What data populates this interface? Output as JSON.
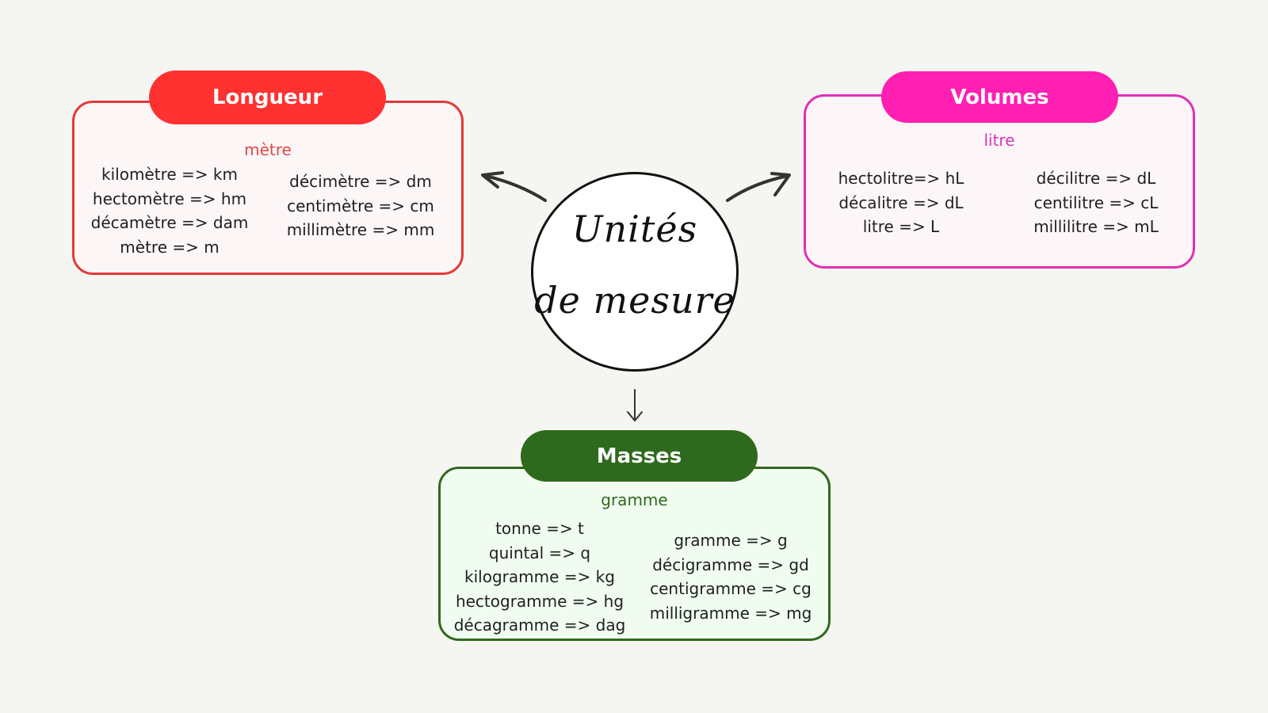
{
  "center": {
    "line1": "Unités",
    "line2": "de mesure"
  },
  "longueur": {
    "title": "Longueur",
    "base": "mètre",
    "left": [
      "kilomètre => km",
      "hectomètre => hm",
      "décamètre => dam",
      "mètre => m"
    ],
    "right": [
      "décimètre => dm",
      "centimètre => cm",
      "millimètre => mm"
    ]
  },
  "volumes": {
    "title": "Volumes",
    "base": "litre",
    "left": [
      "hectolitre=> hL",
      "décalitre => dL",
      "litre => L"
    ],
    "right": [
      "décilitre => dL",
      "centilitre => cL",
      "millilitre => mL"
    ]
  },
  "masses": {
    "title": "Masses",
    "base": "gramme",
    "left": [
      "tonne => t",
      "quintal => q",
      "kilogramme => kg",
      "hectogramme => hg",
      "décagramme => dag"
    ],
    "right": [
      "gramme => g",
      "décigramme => gd",
      "centigramme => cg",
      "milligramme => mg"
    ]
  },
  "colors": {
    "longueur": "#ff3131",
    "volumes": "#ff1fb3",
    "masses": "#2e6a1d"
  }
}
